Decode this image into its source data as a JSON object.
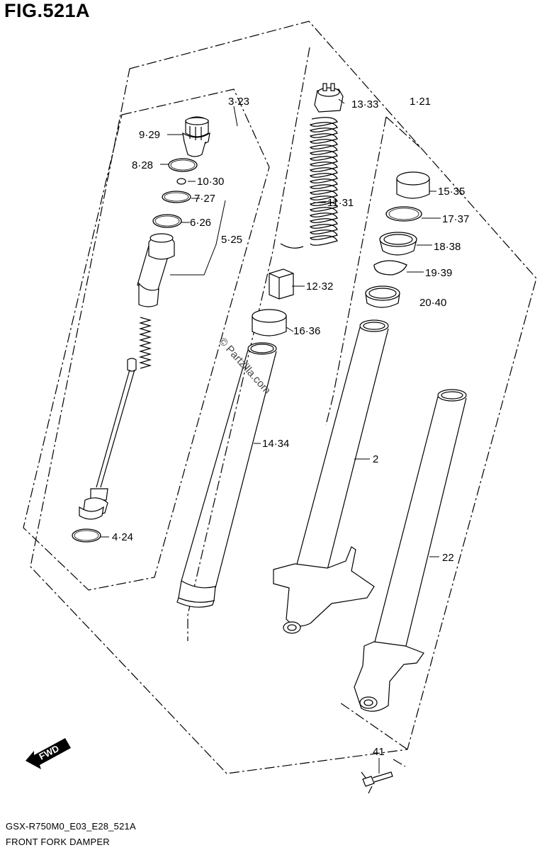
{
  "figure": {
    "title": "FIG.521A",
    "code": "GSX-R750M0_E03_E28_521A",
    "name": "FRONT FORK DAMPER",
    "watermark": "© Partzilla.com",
    "fwd_label": "FWD"
  },
  "callouts": {
    "c1": "3·23",
    "c2": "9·29",
    "c3": "8·28",
    "c4": "10·30",
    "c5": "7·27",
    "c6": "6·26",
    "c7": "5·25",
    "c8": "4·24",
    "c9": "13·33",
    "c10": "11·31",
    "c11": "12·32",
    "c12": "16·36",
    "c13": "14·34",
    "c14": "1·21",
    "c15": "15·35",
    "c16": "17·37",
    "c17": "18·38",
    "c18": "19·39",
    "c19": "20·40",
    "c20": "2",
    "c21": "22",
    "c22": "41"
  },
  "colors": {
    "line": "#000000",
    "background": "#ffffff",
    "watermark": "#444444"
  }
}
